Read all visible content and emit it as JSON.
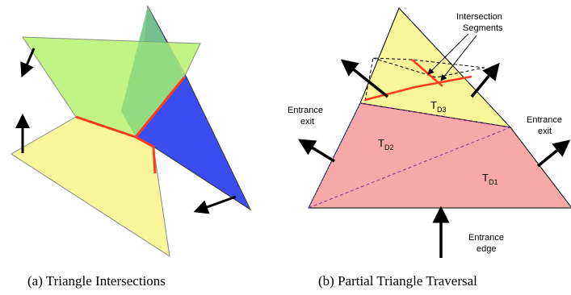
{
  "left_panel": {
    "caption": "(a)  Triangle Intersections"
  },
  "right_panel": {
    "caption": "(b)  Partial Triangle Traversal",
    "labels": {
      "intersection_line1": "Intersection",
      "intersection_line2": "Segments",
      "entrance_exit_left_line1": "Entrance",
      "entrance_exit_left_line2": "exit",
      "entrance_exit_right_line1": "Entrance",
      "entrance_exit_right_line2": "exit",
      "entrance_edge_line1": "Entrance",
      "entrance_edge_line2": "edge"
    },
    "triangles": {
      "d1_main": "T",
      "d1_sub": "D1",
      "d2_main": "T",
      "d2_sub": "D2",
      "d3_main": "T",
      "d3_sub": "D3"
    }
  },
  "colors": {
    "green": "#b7f36f",
    "blue": "#3b4df0",
    "yellow": "#f8f59a",
    "pink": "#f7a9a9",
    "red": "#ff3b1f"
  }
}
